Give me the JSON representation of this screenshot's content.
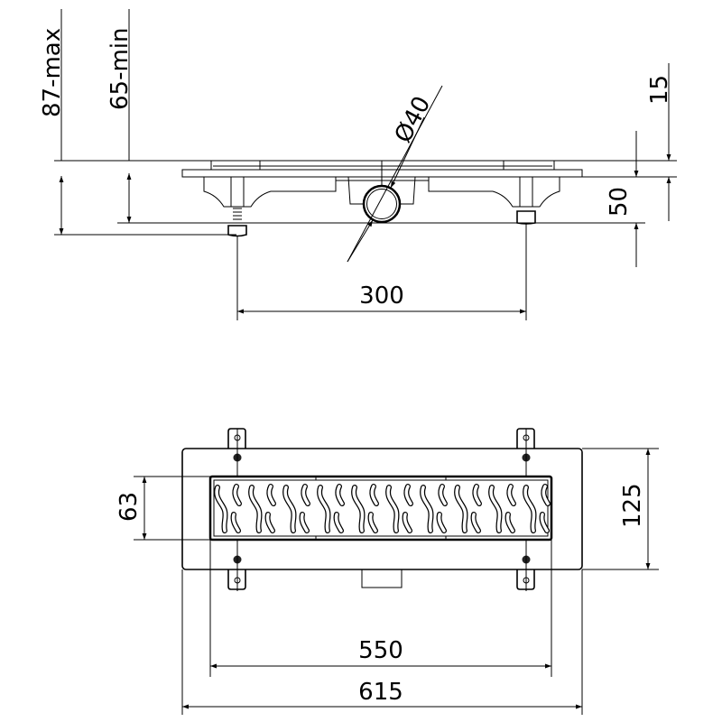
{
  "side_view": {
    "height_max": "87-max",
    "height_min": "65-min",
    "diameter": "Ø40",
    "flange_thickness": "15",
    "body_height": "50",
    "feet_spacing": "300"
  },
  "plan_view": {
    "grate_width": "63",
    "frame_width": "125",
    "grate_length": "550",
    "frame_length": "615",
    "slot_columns": 20
  }
}
